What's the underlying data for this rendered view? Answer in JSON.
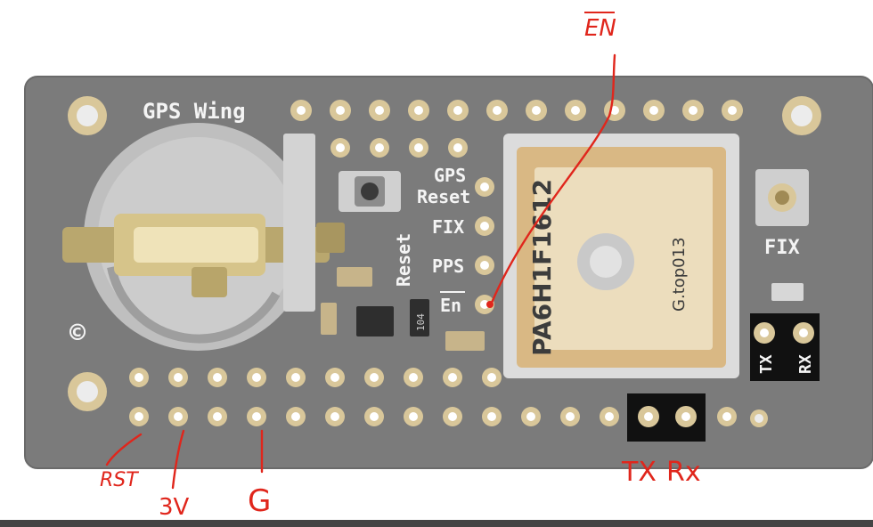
{
  "colors": {
    "board": "#7b7b7b",
    "pad": "#d9c79a",
    "annotation": "#e0261c",
    "silkscreen": "#f4f4f4",
    "module": "#d9b884"
  },
  "board": {
    "title": "GPS Wing",
    "copyright_mark": "©",
    "reset_label": "Reset",
    "pin_labels": {
      "gps_reset_line1": "GPS",
      "gps_reset_line2": "Reset",
      "fix": "FIX",
      "pps": "PPS",
      "en": "En"
    },
    "fix_led_label": "FIX",
    "tx_label": "TX",
    "rx_label": "RX",
    "resistor_code": "104"
  },
  "gps_module": {
    "part_number": "PA6H1F1612",
    "antenna_label": "G.top013"
  },
  "annotations": {
    "en_label": "EN",
    "rst_label": "RST",
    "v3_label": "3V",
    "g_label": "G",
    "tx_label": "TX",
    "rx_label": "Rx"
  }
}
